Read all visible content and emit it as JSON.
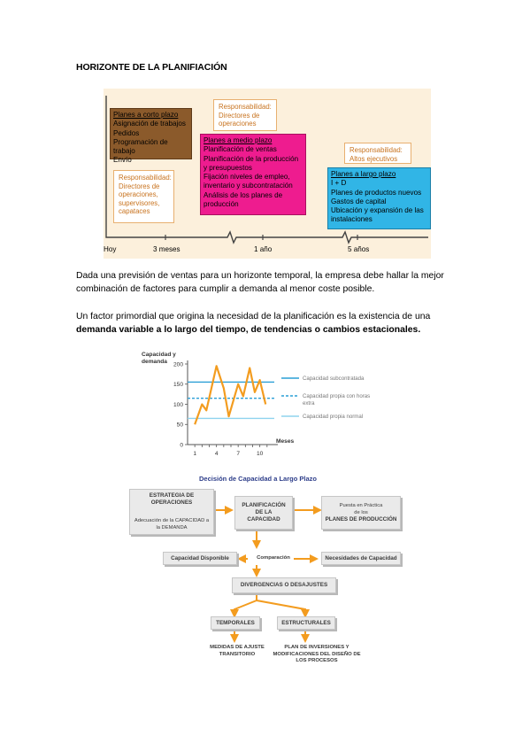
{
  "title": "HORIZONTE DE LA PLANIFIACIÓN",
  "timeline": {
    "short": {
      "heading": "Planes a corto plazo",
      "lines": [
        "Asignación de trabajos",
        "Pedidos",
        "Programación de trabajo",
        "Envío"
      ]
    },
    "medium": {
      "heading": "Planes a medio plazo",
      "lines": [
        "Planificación de ventas",
        "Planificación de la producción",
        "y presupuestos",
        "Fijación niveles de empleo,",
        "inventario y subcontratación",
        "Análisis de los planes de",
        "producción"
      ]
    },
    "long": {
      "heading": "Planes a largo plazo",
      "lines": [
        "I + D",
        "Planes de productos nuevos",
        "Gastos de capital",
        "Ubicación y expansión de las",
        "instalaciones"
      ]
    },
    "resp_short": [
      "Responsabilidad:",
      "Directores de",
      "operaciones,",
      "supervisores,",
      "capataces"
    ],
    "resp_medium": [
      "Responsabilidad:",
      "Directores de",
      "operaciones"
    ],
    "resp_long": [
      "Responsabilidad:",
      "Altos ejecutivos"
    ],
    "ticks": [
      "Hoy",
      "3 meses",
      "1 año",
      "5 años"
    ],
    "colors": {
      "short": "#8b5a2b",
      "medium": "#ee1c8f",
      "long": "#31b5e6",
      "axis": "#444444",
      "background": "#fcf0dc"
    }
  },
  "para1": "Dada una previsión de ventas para un horizonte temporal, la empresa debe hallar la mejor combinación de factores para cumplir a demanda al menor coste posible.",
  "para2_pre": "Un factor primordial que origina la necesidad de la planificación es la existencia de una ",
  "para2_bold": "demanda variable a lo largo del tiempo, de tendencias o cambios estacionales.",
  "chart_data": {
    "type": "line",
    "ylabel": "Capacidad y demanda",
    "xlabel": "Meses",
    "ylim": [
      0,
      200
    ],
    "yticks": [
      0,
      50,
      100,
      150,
      200
    ],
    "xticks": [
      1,
      4,
      7,
      10
    ],
    "xlim": [
      0,
      12
    ],
    "series": [
      {
        "name": "",
        "x": [
          1,
          2,
          2.6,
          4,
          5,
          5.7,
          7,
          7.7,
          8.6,
          9.3,
          10,
          10.8
        ],
        "values": [
          50,
          100,
          85,
          195,
          140,
          70,
          150,
          120,
          190,
          130,
          160,
          100
        ],
        "color": "#f39c1f"
      }
    ],
    "reference_lines": [
      {
        "name": "Capacidad subcontratada",
        "value": 155,
        "color": "#2a9fd6",
        "style": "solid"
      },
      {
        "name": "Capacidad propia con horas extra",
        "value": 115,
        "color": "#2a9fd6",
        "style": "dashed"
      },
      {
        "name": "Capacidad propia normal",
        "value": 65,
        "color": "#8fd3ee",
        "style": "solid"
      }
    ]
  },
  "flow": {
    "title": "Decisión de Capacidad a Largo Plazo",
    "strategy_title": "ESTRATEGIA DE OPERACIONES",
    "strategy_sub": "Adecuación de la CAPACIDAD a la DEMANDA",
    "planning": "PLANIFICACIÓN DE LA CAPACIDAD",
    "practice_pre": "Puesta en Práctica de los",
    "practice_main": "PLANES DE PRODUCCIÓN",
    "available": "Capacidad Disponible",
    "comparison": "Comparación",
    "needs": "Necesidades de Capacidad",
    "divergences": "DIVERGENCIAS O DESAJUSTES",
    "temporal": "TEMPORALES",
    "structural": "ESTRUCTURALES",
    "measures": "MEDIDAS DE AJUSTE TRANSITORIO",
    "plan": "PLAN DE INVERSIONES Y MODIFICACIONES DEL DISEÑO DE LOS PROCESOS",
    "arrow_color": "#f39c1f"
  }
}
